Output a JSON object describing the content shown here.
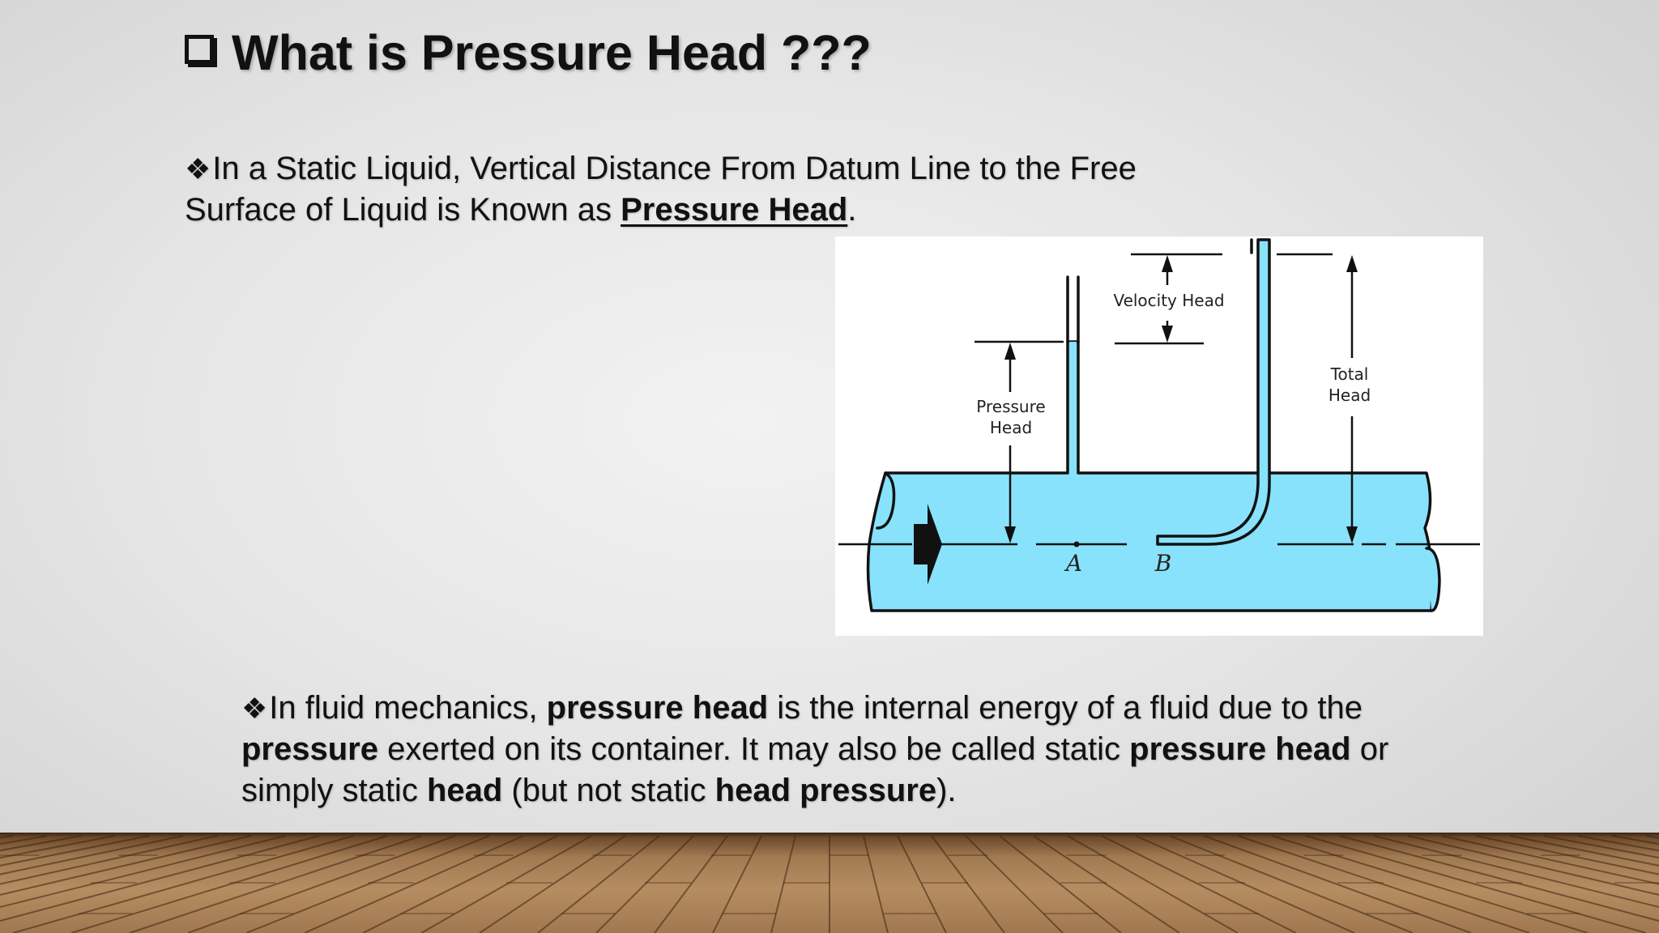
{
  "slide": {
    "title": "What is Pressure Head ???",
    "bullet1": {
      "mark": "❖",
      "text": "In a Static Liquid, Vertical Distance From Datum Line to the Free Surface of Liquid is Known as ",
      "emphasis": "Pressure Head",
      "end": "."
    },
    "bullet2": {
      "mark": "❖",
      "t1": "In fluid mechanics, ",
      "b1": "pressure head",
      "t2": " is the internal energy of a fluid due to the ",
      "b2": "pressure",
      "t3": " exerted on its container. It may also be called static ",
      "b3": "pressure head",
      "t4": " or simply static ",
      "b4": "head",
      "t5": " (but not static ",
      "b5": "head pressure",
      "t6": ")."
    }
  },
  "diagram": {
    "labels": {
      "velocity_head": "Velocity Head",
      "pressure_head_1": "Pressure",
      "pressure_head_2": "Head",
      "total_head_1": "Total",
      "total_head_2": "Head",
      "point_a": "A",
      "point_b": "B"
    },
    "colors": {
      "water": "#88e2fb",
      "stroke": "#111111"
    }
  }
}
